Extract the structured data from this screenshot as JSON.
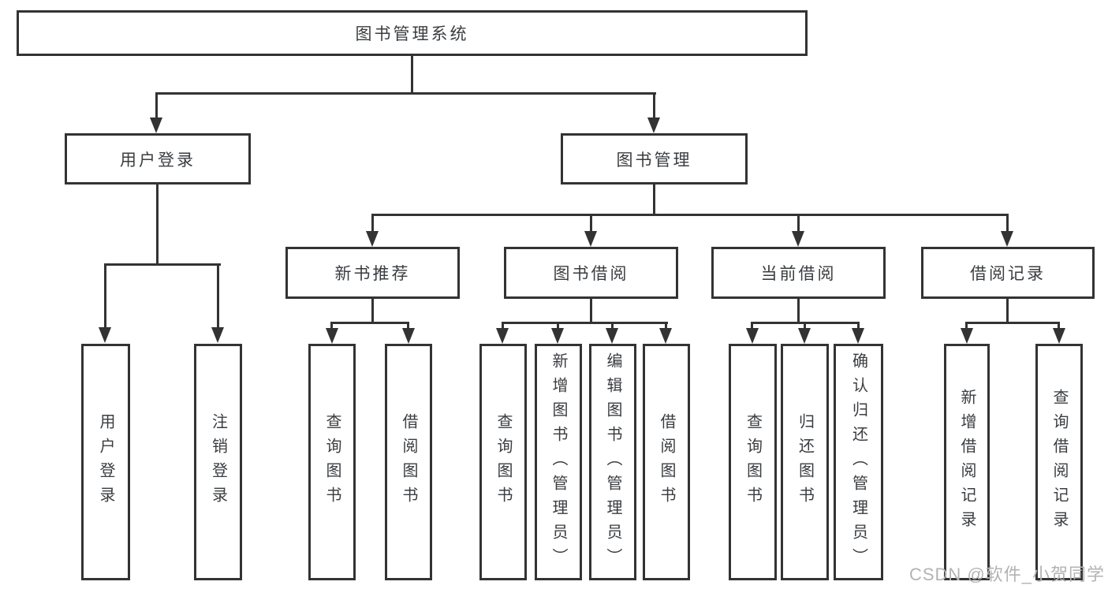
{
  "diagram": {
    "tree": {
      "label": "图书管理系统",
      "children": [
        {
          "label": "用户登录",
          "children": [
            {
              "label": "用户登录"
            },
            {
              "label": "注销登录"
            }
          ]
        },
        {
          "label": "图书管理",
          "children": [
            {
              "label": "新书推荐",
              "children": [
                {
                  "label": "查询图书"
                },
                {
                  "label": "借阅图书"
                }
              ]
            },
            {
              "label": "图书借阅",
              "children": [
                {
                  "label": "查询图书"
                },
                {
                  "label": "新增图书（管理员）"
                },
                {
                  "label": "编辑图书（管理员）"
                },
                {
                  "label": "借阅图书"
                }
              ]
            },
            {
              "label": "当前借阅",
              "children": [
                {
                  "label": "查询图书"
                },
                {
                  "label": "归还图书"
                },
                {
                  "label": "确认归还（管理员）"
                }
              ]
            },
            {
              "label": "借阅记录",
              "children": [
                {
                  "label": "新增借阅记录"
                },
                {
                  "label": "查询借阅记录"
                }
              ]
            }
          ]
        }
      ]
    },
    "colors": {
      "line": "#333333",
      "text": "#3a3d40",
      "background": "#ffffff",
      "watermark_text": "#b3b3b6"
    }
  },
  "watermark": {
    "text": "CSDN @软件_小贺同学"
  }
}
